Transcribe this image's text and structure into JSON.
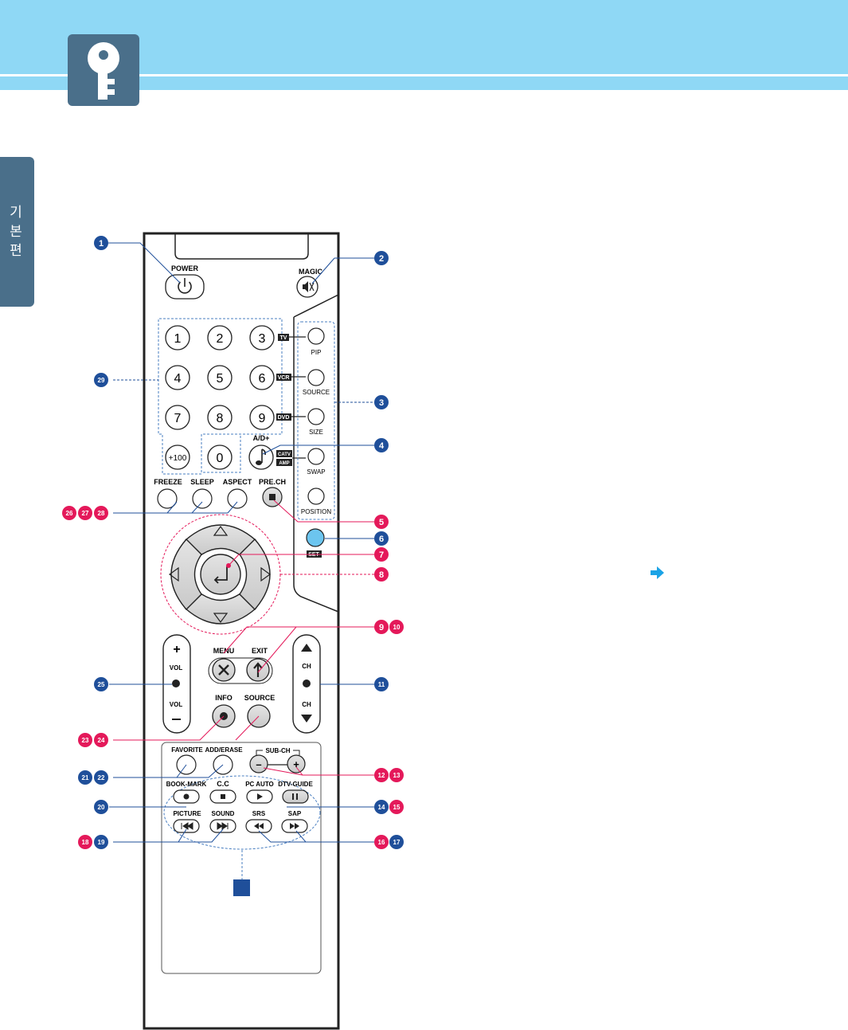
{
  "side_tab": {
    "label": "기 본 편"
  },
  "remote": {
    "power_label": "POWER",
    "magic_label": "MAGIC",
    "digits": [
      "1",
      "2",
      "3",
      "4",
      "5",
      "6",
      "7",
      "8",
      "9"
    ],
    "digit_zero": "0",
    "plus100": "+100",
    "ad_label": "A/D+",
    "tags": {
      "tv": "TV",
      "vcr": "VCR",
      "dvd": "DVD",
      "catv": "CATV",
      "amp": "AMP",
      "set": "SET"
    },
    "side_buttons": [
      "PIP",
      "SOURCE",
      "SIZE",
      "SWAP",
      "POSITION"
    ],
    "row_labels": {
      "freeze": "FREEZE",
      "sleep": "SLEEP",
      "aspect": "ASPECT",
      "prech": "PRE.CH"
    },
    "menu_label": "MENU",
    "exit_label": "EXIT",
    "vol_label": "VOL",
    "ch_label": "CH",
    "info_label": "INFO",
    "source_label": "SOURCE",
    "favorite_label": "FAVORITE",
    "add_erase_label": "ADD/ERASE",
    "subch_label": "SUB-CH",
    "bookmark_label": "BOOK-MARK",
    "cc_label": "C.C",
    "pcauto_label": "PC AUTO",
    "dtvguide_label": "DTV-GUIDE",
    "picture_label": "PICTURE",
    "sound_label": "SOUND",
    "srs_label": "SRS",
    "sap_label": "SAP"
  },
  "callouts": {
    "c1": "1",
    "c2": "2",
    "c3": "3",
    "c4": "4",
    "c5": "5",
    "c6": "6",
    "c7": "7",
    "c8": "8",
    "c9": "9",
    "c10": "10",
    "c11": "11",
    "c12": "12",
    "c13": "13",
    "c14": "14",
    "c15": "15",
    "c16": "16",
    "c17": "17",
    "c18": "18",
    "c19": "19",
    "c20": "20",
    "c21": "21",
    "c22": "22",
    "c23": "23",
    "c24": "24",
    "c25": "25",
    "c26": "26",
    "c27": "27",
    "c28": "28",
    "c29": "29"
  },
  "colors": {
    "header": "#8fd8f5",
    "badge": "#4a6f8a",
    "callout_blue": "#1f4f9a",
    "callout_red": "#e4195a",
    "set_button": "#6cc5ef",
    "arrow": "#1ba3e6"
  }
}
